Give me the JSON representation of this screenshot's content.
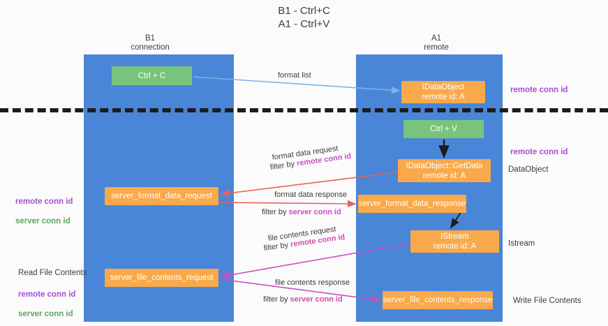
{
  "title": "B1 - Ctrl+C\nA1 - Ctrl+V",
  "columns": {
    "left": "B1\nconnection",
    "right": "A1\nremote"
  },
  "nodes": {
    "ctrl_c": "Ctrl + C",
    "idataobject": "IDataObject\nremote id: A",
    "ctrl_v": "Ctrl + V",
    "getdata": "IDataObject::GetData\nremote id: A",
    "server_format_data_request": "server_format_data_request",
    "server_format_data_response": "server_format_data_response",
    "istream": "IStream\nremote id: A",
    "server_file_contents_request": "server_file_contents_request",
    "server_file_contents_response": "server_file_contents_response"
  },
  "annotations": {
    "remote_conn_id_top": "remote conn id",
    "remote_conn_id_mid": "remote conn id",
    "dataobject": "DataObject",
    "istream": "Istream",
    "write_file_contents": "Write File Contents",
    "read_file_contents": "Read File Contents",
    "remote_conn_id": "remote conn id",
    "server_conn_id": "server conn id"
  },
  "edges": {
    "format_list": "format list",
    "format_data_request": "format data request",
    "filter_by_prefix": "filter by ",
    "remote_conn_id": "remote conn id",
    "format_data_response": "format data response",
    "server_conn_id": "server conn id",
    "file_contents_request": "file contents request",
    "file_contents_response": "file contents response"
  },
  "colors": {
    "lane": "#4a86d8",
    "green_node": "#78c47c",
    "orange_node": "#f9a94a",
    "purple_text": "#a64fd0",
    "green_text": "#5aa95f",
    "red_arrow": "#e8615a",
    "magenta_arrow": "#c94fc0",
    "blue_arrow": "#7eb3e8",
    "black_arrow": "#1c1c1c"
  }
}
